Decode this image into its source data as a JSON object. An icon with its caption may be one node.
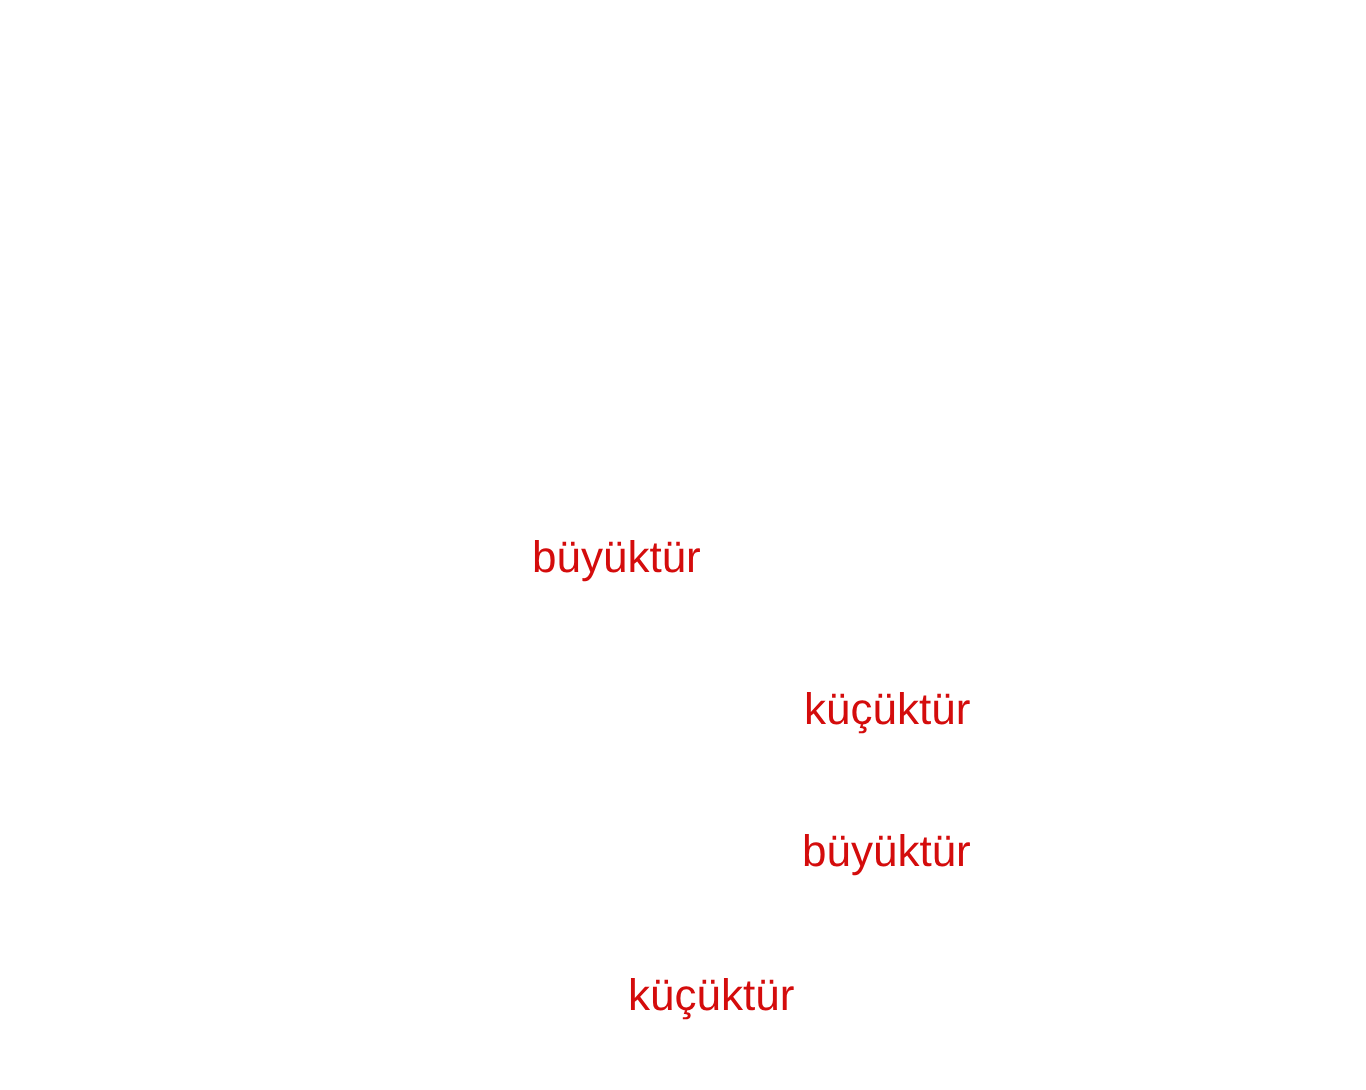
{
  "diagram": {
    "labels": [
      "büyüktür",
      "küçüktür",
      "büyüktür",
      "küçüktür"
    ]
  }
}
